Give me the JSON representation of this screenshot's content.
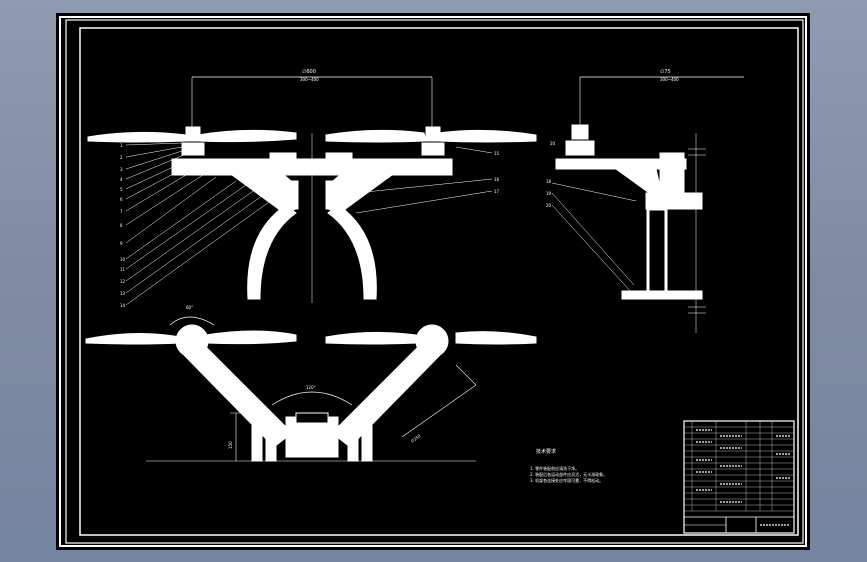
{
  "colors": {
    "background": "#8090a8",
    "paper": "#000000",
    "line": "#ffffff"
  },
  "front_view": {
    "top_dimension": "∅600",
    "top_dimension_sub": "300~400",
    "part_numbers": [
      "1",
      "2",
      "3",
      "4",
      "5",
      "6",
      "7",
      "8",
      "9",
      "10",
      "11",
      "12",
      "13",
      "14"
    ],
    "right_labels": [
      "15",
      "16",
      "17"
    ]
  },
  "side_view": {
    "top_dimension": "∅75",
    "top_dimension_sub": "300~400",
    "height_label": "20",
    "part_numbers": [
      "18",
      "19",
      "20"
    ]
  },
  "top_view": {
    "angle_left": "60°",
    "angle_bottom": "120°",
    "arm_dimension": "∅250",
    "height_dimension": "150"
  },
  "notes": {
    "title": "技术要求",
    "lines": [
      "1. 零件装配前应清洗干净。",
      "2. 装配后各运动部件应灵活，无卡滞现象。",
      "3. 机架各连接处应牢固可靠，不得松动。"
    ]
  }
}
